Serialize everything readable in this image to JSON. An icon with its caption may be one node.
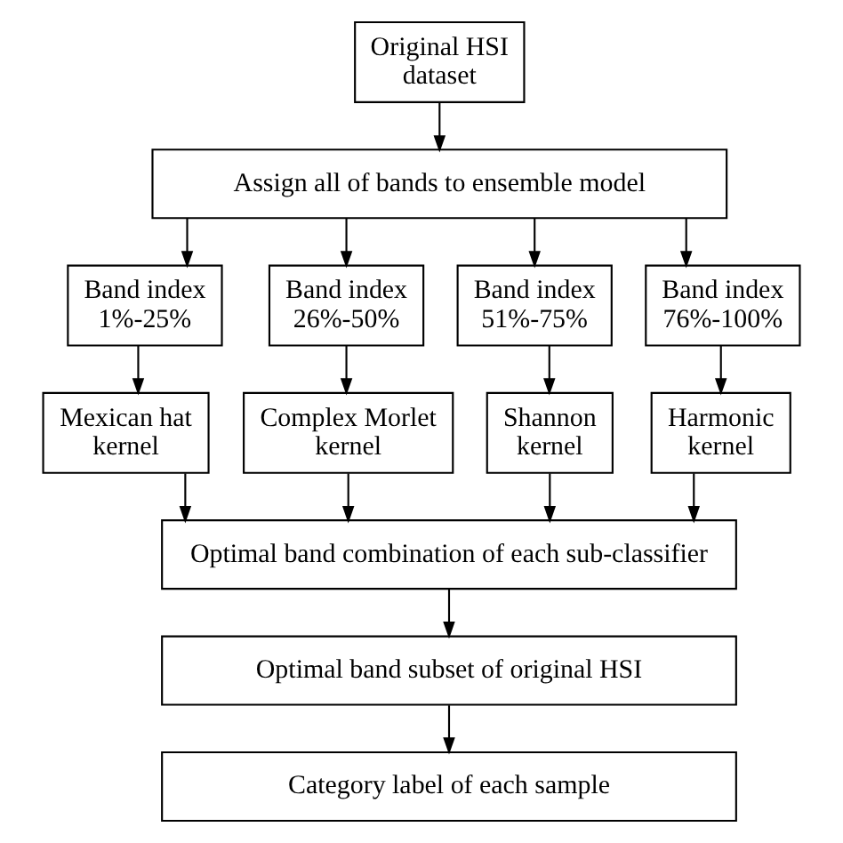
{
  "diagram": {
    "nodes": [
      {
        "text": [
          "Original HSI dataset"
        ]
      },
      {
        "text": [
          "Assign all of bands to ensemble model"
        ]
      },
      {
        "text": [
          "Band index 1%-25%"
        ]
      },
      {
        "text": [
          "Band index 26%-50%"
        ]
      },
      {
        "text": [
          "Band index 51%-75%"
        ]
      },
      {
        "text": [
          "Band index 76%-100%"
        ]
      },
      {
        "text": [
          "Mexican hat kernel"
        ]
      },
      {
        "text": [
          "Complex Morlet kernel"
        ]
      },
      {
        "text": [
          "Shannon kernel"
        ]
      },
      {
        "text": [
          "Harmonic kernel"
        ]
      },
      {
        "text": [
          "Optimal band combination of each sub-classifier"
        ]
      },
      {
        "text": [
          "Optimal band subset of original HSI"
        ]
      },
      {
        "text": [
          "Category label of each sample"
        ]
      }
    ],
    "edges": [
      {
        "from": 0,
        "to": 1,
        "arrow": "to"
      },
      {
        "from": 1,
        "to": 2,
        "arrow": "to"
      },
      {
        "from": 1,
        "to": 3,
        "arrow": "to"
      },
      {
        "from": 1,
        "to": 4,
        "arrow": "to"
      },
      {
        "from": 1,
        "to": 5,
        "arrow": "to"
      },
      {
        "from": 2,
        "to": 6,
        "arrow": "to"
      },
      {
        "from": 3,
        "to": 7,
        "arrow": "to"
      },
      {
        "from": 4,
        "to": 8,
        "arrow": "to"
      },
      {
        "from": 5,
        "to": 9,
        "arrow": "to"
      },
      {
        "from": 6,
        "to": 10,
        "arrow": "to"
      },
      {
        "from": 7,
        "to": 10,
        "arrow": "to"
      },
      {
        "from": 8,
        "to": 10,
        "arrow": "to"
      },
      {
        "from": 9,
        "to": 10,
        "arrow": "to"
      },
      {
        "from": 10,
        "to": 11,
        "arrow": "to"
      },
      {
        "from": 11,
        "to": 12,
        "arrow": "to"
      }
    ]
  }
}
